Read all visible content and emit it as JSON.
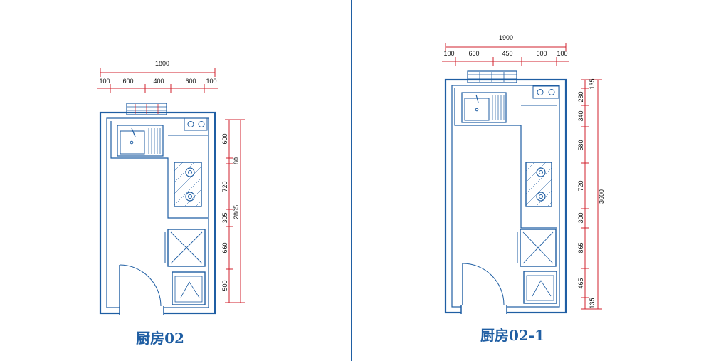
{
  "colors": {
    "plan_line": "#1f5ea3",
    "dimension_line": "#d0202c",
    "divider": "#1f5ea3",
    "background": "#ffffff"
  },
  "plans": [
    {
      "caption": "厨房02",
      "top_total": "1800",
      "top_segments": [
        "100",
        "600",
        "400",
        "600",
        "100"
      ],
      "right_segments": [
        "600",
        "80",
        "720",
        "305",
        "660",
        "500"
      ],
      "right_total": "2865"
    },
    {
      "caption": "厨房02-1",
      "top_total": "1900",
      "top_segments": [
        "100",
        "650",
        "450",
        "600",
        "100"
      ],
      "right_segments": [
        "135",
        "280",
        "340",
        "580",
        "720",
        "300",
        "865",
        "465",
        "135"
      ],
      "right_total": "3600"
    }
  ]
}
